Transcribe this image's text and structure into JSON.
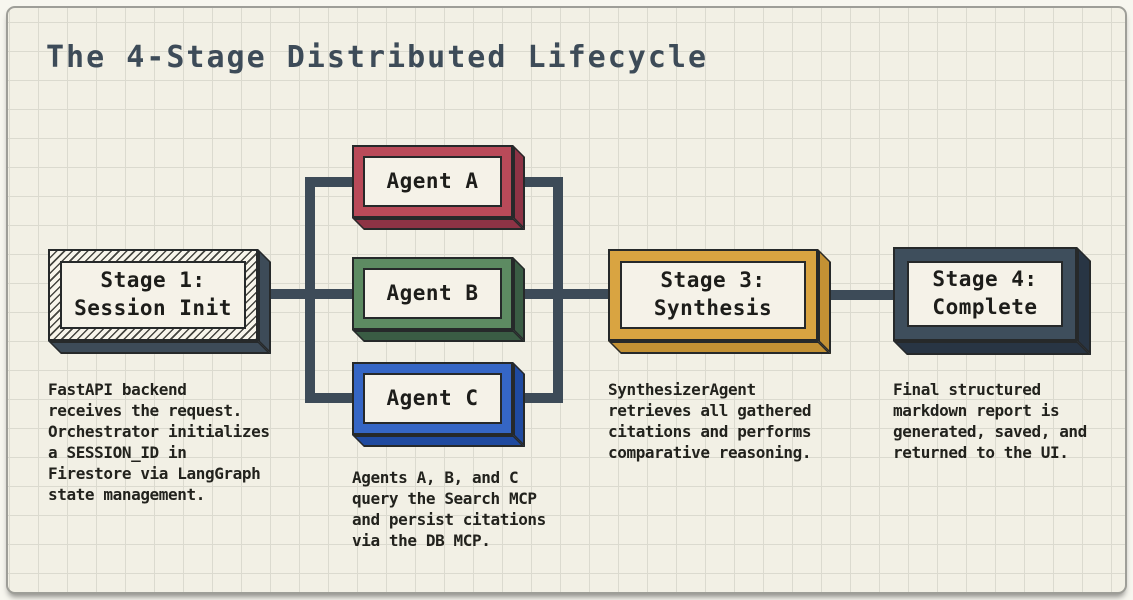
{
  "title": "The 4-Stage Distributed Lifecycle",
  "stage1": {
    "label": "Stage 1:\nSession Init",
    "desc": "FastAPI backend\nreceives the request.\nOrchestrator initializes\na SESSION_ID in\nFirestore via LangGraph\nstate management."
  },
  "agents": {
    "a": {
      "label": "Agent A"
    },
    "b": {
      "label": "Agent B"
    },
    "c": {
      "label": "Agent C"
    },
    "desc": "Agents A, B, and C\nquery the Search MCP\nand persist citations\nvia the DB MCP."
  },
  "stage3": {
    "label": "Stage 3:\nSynthesis",
    "desc": "SynthesizerAgent\nretrieves all gathered\ncitations and performs\ncomparative reasoning."
  },
  "stage4": {
    "label": "Stage 4:\nComplete",
    "desc": "Final structured\nmarkdown report is\ngenerated, saved, and\nreturned to the UI."
  },
  "colors": {
    "slate": "#3d4b58",
    "red": "#b94a59",
    "green": "#5d8b62",
    "blue": "#3566c5",
    "gold": "#d9a441",
    "paper": "#f2f0e5",
    "grid": "#dbdacf",
    "ink": "#22221d"
  }
}
